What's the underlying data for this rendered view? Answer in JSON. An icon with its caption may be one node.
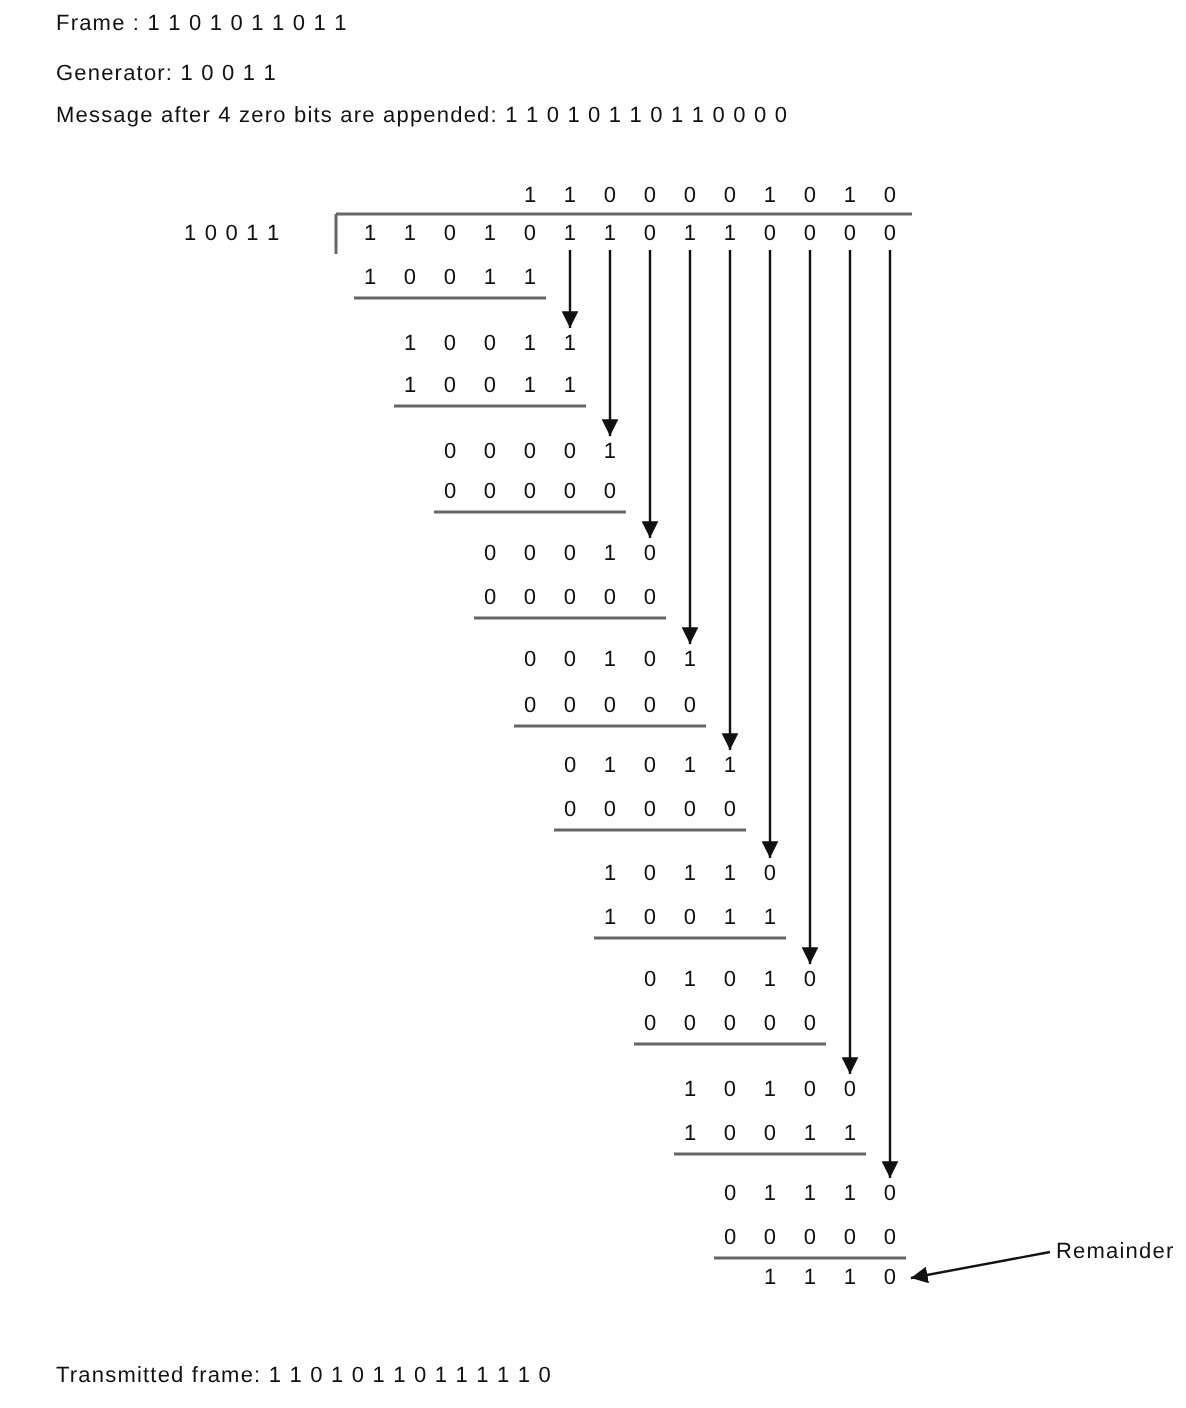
{
  "diagram": {
    "nodes": [
      {
        "text": [
          "1 1 0 1 0 1 1 0 1 1 0 0 0 0"
        ]
      },
      {
        "text": [
          "1 0 0 1 1"
        ]
      },
      {
        "text": [
          "0 0 0 0 1"
        ]
      },
      {
        "text": [
          "0 0 0 1 0"
        ]
      },
      {
        "text": [
          "0 0 1 0 1"
        ]
      },
      {
        "text": [
          "0 1 0 1 1"
        ]
      },
      {
        "text": [
          "1 0 1 1 0"
        ]
      },
      {
        "text": [
          "0 1 0 1 0"
        ]
      },
      {
        "text": [
          "1 0 1 0 0"
        ]
      },
      {
        "text": [
          "0 1 1 1 0"
        ]
      },
      {
        "text": [
          "1 1 1 0"
        ]
      },
      {
        "text": [
          "Remainder"
        ]
      }
    ],
    "edges": [
      {
        "from": 0,
        "to": 1,
        "arrow": "to"
      },
      {
        "from": 0,
        "to": 2,
        "arrow": "to"
      },
      {
        "from": 0,
        "to": 3,
        "arrow": "to"
      },
      {
        "from": 0,
        "to": 4,
        "arrow": "to"
      },
      {
        "from": 0,
        "to": 5,
        "arrow": "to"
      },
      {
        "from": 0,
        "to": 6,
        "arrow": "to"
      },
      {
        "from": 0,
        "to": 7,
        "arrow": "to"
      },
      {
        "from": 0,
        "to": 8,
        "arrow": "to"
      },
      {
        "from": 0,
        "to": 9,
        "arrow": "to"
      },
      {
        "from": 11,
        "to": 10,
        "arrow": "to"
      }
    ],
    "labels": [
      "Frame : 1 1 0 1 0 1 1 0 1 1",
      "Generator: 1 0 0 1 1",
      "Message after 4 zero bits are appended: 1 1 0 1 0 1 1 0 1 1 0 0 0 0",
      "1 1 0 0 0 0 1 0 1 0",
      "1 0 0 1 1",
      "1 0 0 1 1",
      "1 0 0 1 1",
      "0 0 0 0 0",
      "0 0 0 0 0",
      "0 0 0 0 0",
      "0 0 0 0 0",
      "1 0 0 1 1",
      "0 0 0 0 0",
      "1 0 0 1 1",
      "0 0 0 0 0",
      "Transmitted frame: 1 1 0 1 0 1 1 0 1 1 1 1 1 0"
    ]
  }
}
